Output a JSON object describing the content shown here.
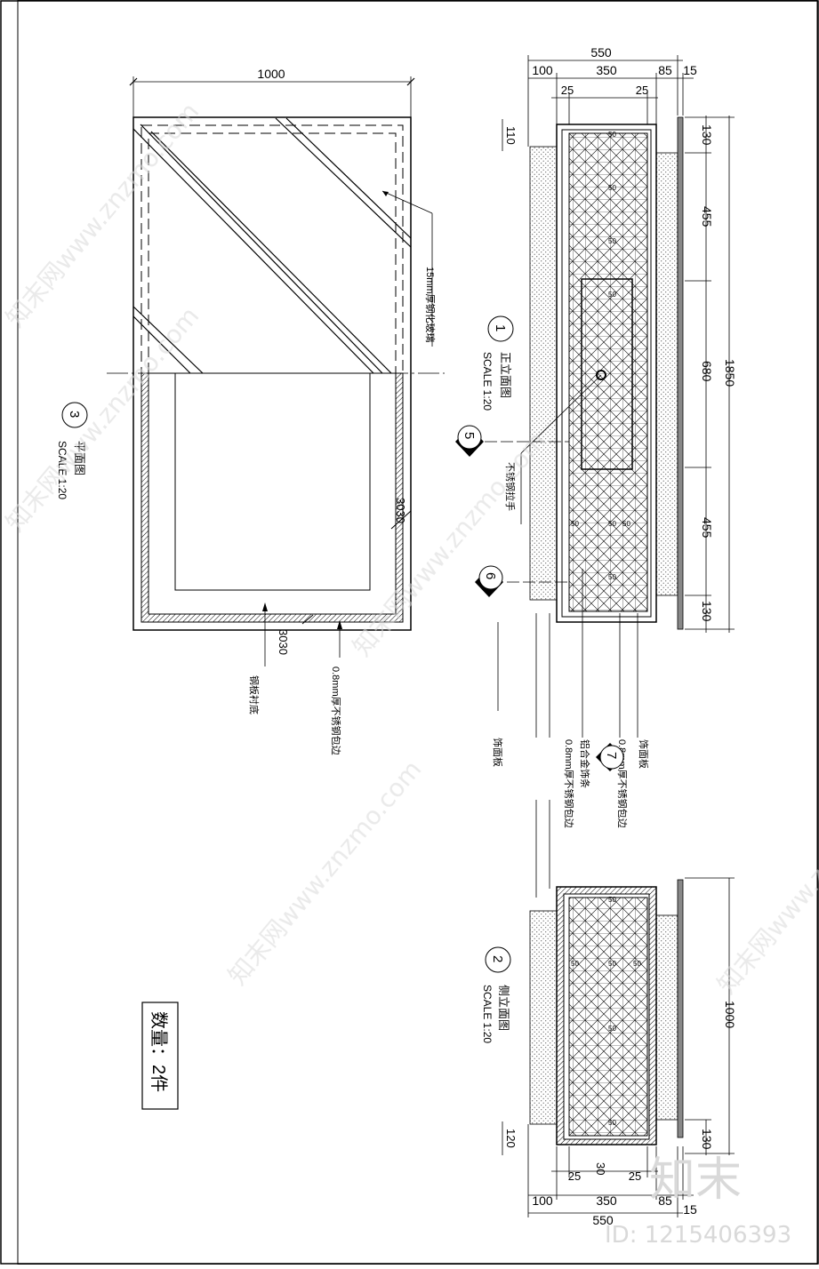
{
  "drawing": {
    "top_view": {
      "dim_width": "1000",
      "dim_side": "3030",
      "dim_bottom": "3030",
      "leader_glass": "15mm厚钢化玻璃",
      "leader_bottom_a": "钢板衬底",
      "leader_bottom_b": "0.8mm厚不锈钢包边",
      "label_num": "3",
      "label_title": "平面图",
      "label_scale": "SCALE 1:20"
    },
    "front_view": {
      "dim_total_w": "550",
      "dim_w_parts": [
        "100",
        "350",
        "85",
        "15"
      ],
      "dim_inner": [
        "25",
        "25"
      ],
      "dim_top_left": "110",
      "dim_heights": [
        "130",
        "455",
        "680",
        "455",
        "130"
      ],
      "dim_total_h": "1850",
      "label_num": "1",
      "label_title": "正立面图",
      "label_scale": "SCALE 1:20",
      "leader_handle": "不锈钢拉手",
      "section_a": "5",
      "section_b": "6"
    },
    "bottom_leaders": [
      "饰面板",
      "0.8mm厚不锈钢包边",
      "铝合金饰条",
      "0.8mm厚不锈钢包边",
      "饰面板"
    ],
    "section_c": "7",
    "side_view": {
      "dim_total_h": "1000",
      "dim_top": "120",
      "dim_bottom": "130",
      "dim_inner": [
        "25",
        "30",
        "25"
      ],
      "dim_w_parts": [
        "100",
        "350",
        "85",
        "15"
      ],
      "dim_total_w": "550",
      "label_num": "2",
      "label_title": "侧立面图",
      "label_scale": "SCALE 1:20"
    },
    "grid_cell_label": "50",
    "quantity": "数量：2件"
  },
  "watermark": {
    "brand": "知末网www.znzmo.com",
    "logo": "知末",
    "id_text": "ID: 1215406393"
  }
}
